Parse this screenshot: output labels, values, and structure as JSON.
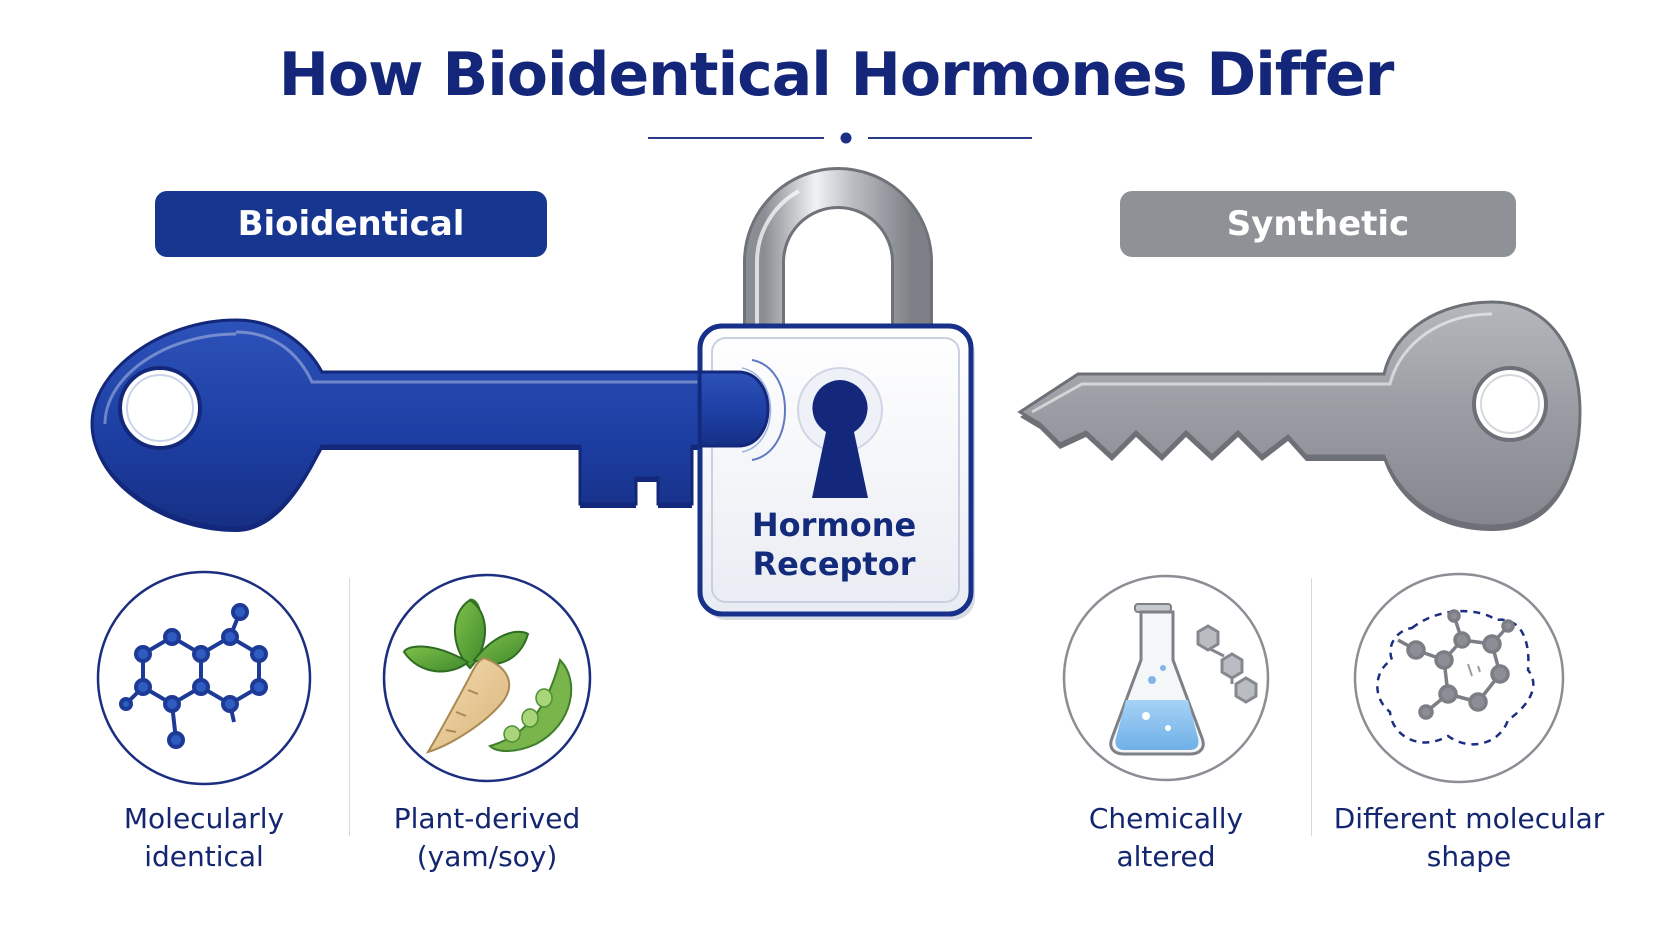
{
  "title": "How Bioidentical Hormones Differ",
  "left_label": "Bioidentical",
  "right_label": "Synthetic",
  "lock": {
    "line1": "Hormone",
    "line2": "Receptor"
  },
  "features": [
    {
      "line1": "Molecularly",
      "line2": "identical",
      "icon": "molecule-icon"
    },
    {
      "line1": "Plant-derived",
      "line2": "(yam/soy)",
      "icon": "plant-yam-soy-icon"
    },
    {
      "line1": "Chemically",
      "line2": "altered",
      "icon": "flask-icon"
    },
    {
      "line1": "Different molecular",
      "line2": "shape",
      "icon": "altered-molecule-icon"
    }
  ],
  "colors": {
    "navy": "#13267a",
    "bioidentical_blue": "#17368f",
    "synthetic_gray": "#8e9196",
    "flask_liquid": "#8ec2ee"
  }
}
